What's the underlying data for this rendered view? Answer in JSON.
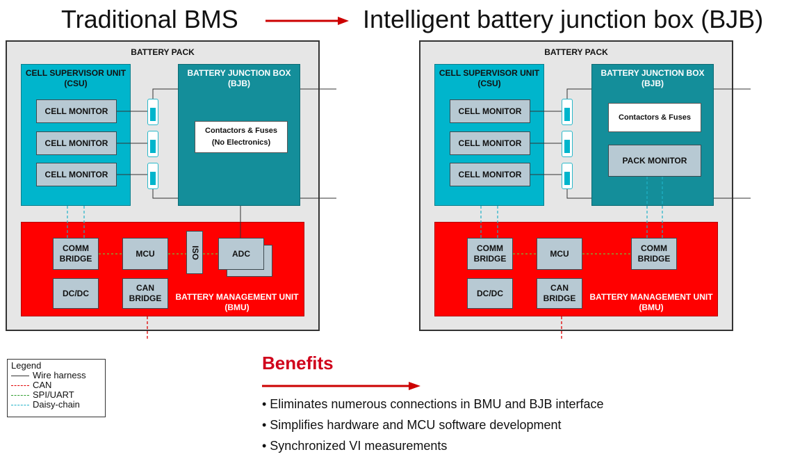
{
  "headings": {
    "left": "Traditional BMS",
    "right": "Intelligent battery junction box (BJB)"
  },
  "left_pack": {
    "label": "BATTERY PACK",
    "csu": {
      "line1": "CELL SUPERVISOR UNIT",
      "line2": "(CSU)"
    },
    "bjb": {
      "line1": "BATTERY JUNCTION BOX",
      "line2": "(BJB)"
    },
    "cell_monitors": [
      "CELL MONITOR",
      "CELL MONITOR",
      "CELL MONITOR"
    ],
    "contactors": {
      "line1": "Contactors & Fuses",
      "line2": "(No Electronics)"
    },
    "bmu": {
      "line1": "BATTERY MANAGEMENT UNIT",
      "line2": "(BMU)"
    },
    "comm_bridge": {
      "line1": "COMM",
      "line2": "BRIDGE"
    },
    "mcu": "MCU",
    "iso": "ISO",
    "adc": "ADC",
    "dcdc": "DC/DC",
    "can_bridge": {
      "line1": "CAN",
      "line2": "BRIDGE"
    }
  },
  "right_pack": {
    "label": "BATTERY PACK",
    "csu": {
      "line1": "CELL SUPERVISOR UNIT",
      "line2": "(CSU)"
    },
    "bjb": {
      "line1": "BATTERY JUNCTION BOX",
      "line2": "(BJB)"
    },
    "cell_monitors": [
      "CELL MONITOR",
      "CELL MONITOR",
      "CELL MONITOR"
    ],
    "contactors": "Contactors & Fuses",
    "pack_monitor": "PACK MONITOR",
    "bmu": {
      "line1": "BATTERY MANAGEMENT UNIT",
      "line2": "(BMU)"
    },
    "comm_bridge_left": {
      "line1": "COMM",
      "line2": "BRIDGE"
    },
    "mcu": "MCU",
    "comm_bridge_right": {
      "line1": "COMM",
      "line2": "BRIDGE"
    },
    "dcdc": "DC/DC",
    "can_bridge": {
      "line1": "CAN",
      "line2": "BRIDGE"
    }
  },
  "legend": {
    "title": "Legend",
    "items": [
      {
        "label": "Wire harness",
        "color": "#333333",
        "style": "solid"
      },
      {
        "label": "CAN",
        "color": "#e00000",
        "style": "dashed"
      },
      {
        "label": "SPI/UART",
        "color": "#2e9e2e",
        "style": "dashed"
      },
      {
        "label": "Daisy-chain",
        "color": "#1fb2c8",
        "style": "dashed"
      }
    ]
  },
  "benefits": {
    "title": "Benefits",
    "items": [
      "• Eliminates numerous connections in BMU and BJB interface",
      "• Simplifies hardware and MCU software development",
      "• Synchronized VI measurements"
    ]
  },
  "colors": {
    "csu": "#00b5cc",
    "bjb": "#148e9a",
    "bmu": "#ff0000",
    "module": "#b7c9d3",
    "arrow": "#cc0000"
  }
}
